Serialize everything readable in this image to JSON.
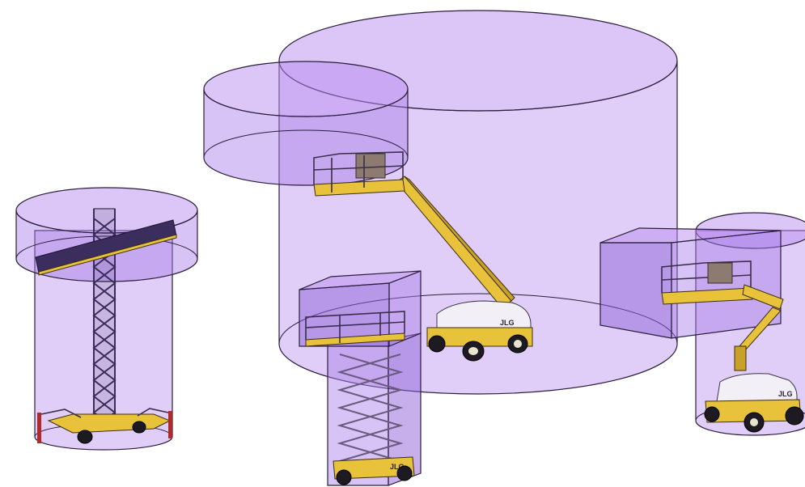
{
  "scene": {
    "background": "#ffffff",
    "zone_color": "#c9a6f2",
    "machine_color": "#e8c23a"
  },
  "machines": [
    {
      "name": "mast-climbing-platform",
      "zone_shape": "cylinder"
    },
    {
      "name": "telescopic-boom-lift",
      "zone_shape": "cylinder",
      "brand_text": "JLG"
    },
    {
      "name": "scissor-lift",
      "zone_shape": "box",
      "brand_text": "JLG"
    },
    {
      "name": "articulating-boom-lift",
      "zone_shape": "cylinder",
      "brand_text": "JLG"
    }
  ]
}
